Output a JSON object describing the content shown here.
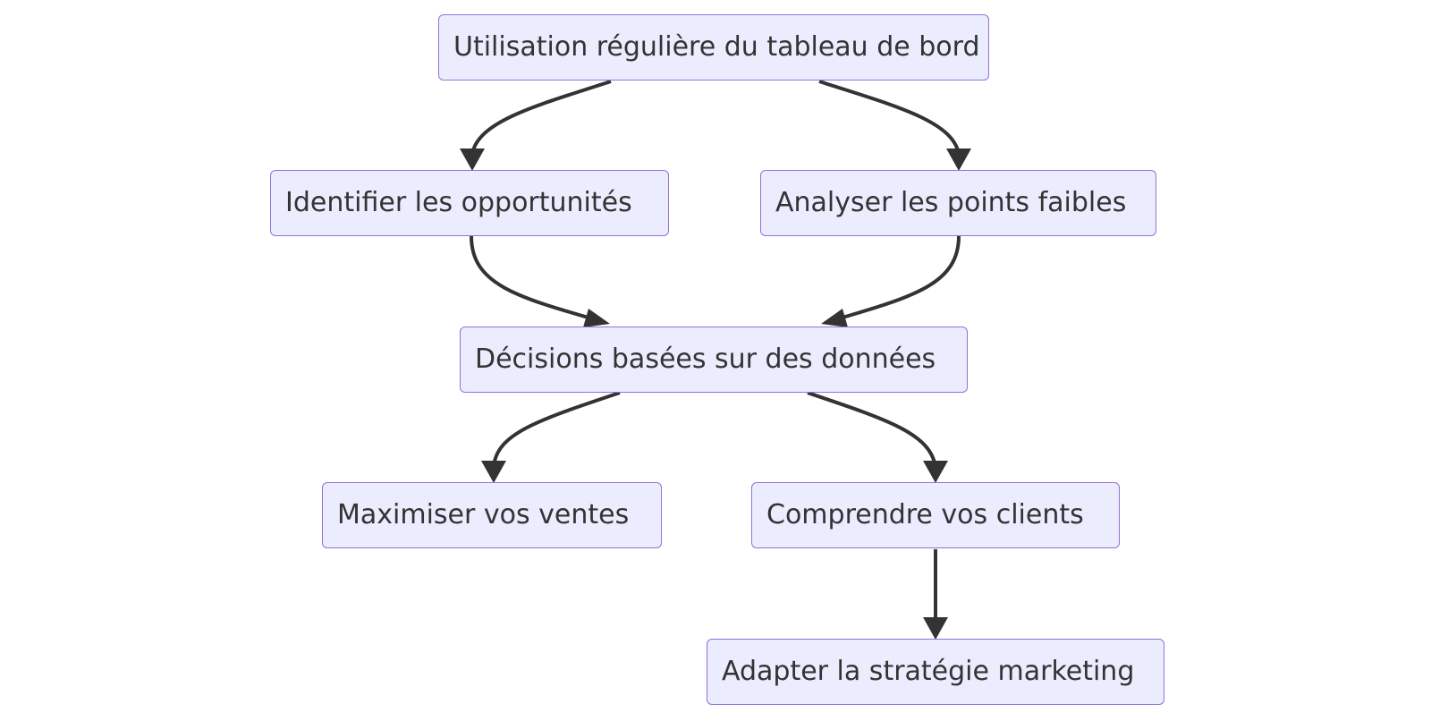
{
  "diagram": {
    "nodes": [
      {
        "id": "n1",
        "label": "Utilisation régulière du tableau de bord"
      },
      {
        "id": "n2",
        "label": "Identifier les opportunités"
      },
      {
        "id": "n3",
        "label": "Analyser les points faibles"
      },
      {
        "id": "n4",
        "label": "Décisions basées sur des données"
      },
      {
        "id": "n5",
        "label": "Maximiser vos ventes"
      },
      {
        "id": "n6",
        "label": "Comprendre vos clients"
      },
      {
        "id": "n7",
        "label": "Adapter la stratégie marketing"
      }
    ],
    "edges": [
      {
        "from": "n1",
        "to": "n2"
      },
      {
        "from": "n1",
        "to": "n3"
      },
      {
        "from": "n2",
        "to": "n4"
      },
      {
        "from": "n3",
        "to": "n4"
      },
      {
        "from": "n4",
        "to": "n5"
      },
      {
        "from": "n4",
        "to": "n6"
      },
      {
        "from": "n6",
        "to": "n7"
      }
    ],
    "colors": {
      "node_fill": "#ececff",
      "node_border": "#9370db",
      "text": "#333333",
      "edge": "#333333"
    }
  }
}
